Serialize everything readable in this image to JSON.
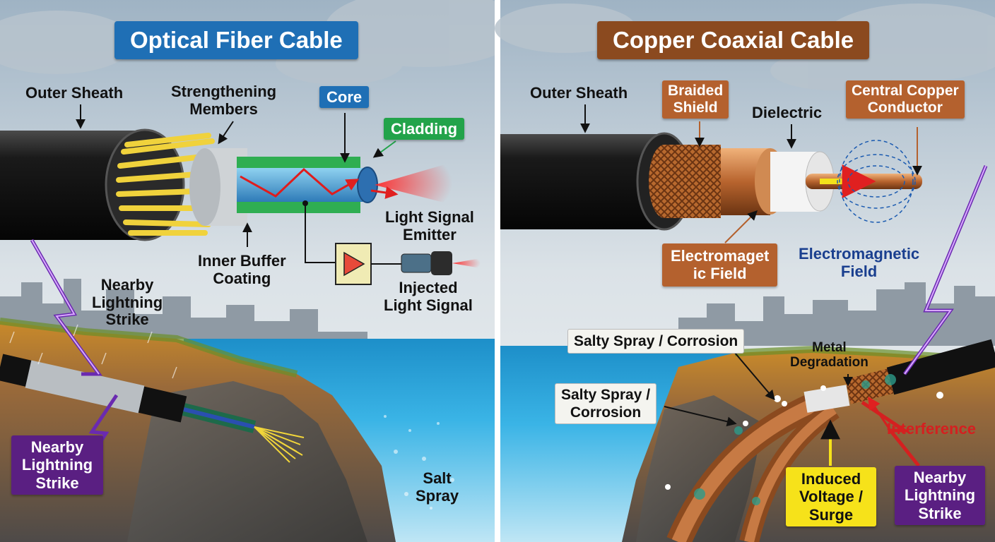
{
  "fiber": {
    "title": "Optical Fiber Cable",
    "outer_sheath": "Outer Sheath",
    "strengthening_members": [
      "Strengthening",
      "Members"
    ],
    "core": "Core",
    "cladding": "Cladding",
    "light_signal_emitter": [
      "Light Signal",
      "Emitter"
    ],
    "inner_buffer_coating": [
      "Inner Buffer",
      "Coating"
    ],
    "injected_light_signal": [
      "Injected",
      "Light Signal"
    ],
    "lightning_top": [
      "Nearby",
      "Lightning",
      "Strike"
    ],
    "lightning_box": [
      "Nearby",
      "Lightning",
      "Strike"
    ],
    "salt_spray": [
      "Salt",
      "Spray"
    ]
  },
  "coax": {
    "title": "Copper Coaxial Cable",
    "outer_sheath": "Outer Sheath",
    "braided_shield": [
      "Braided",
      "Shield"
    ],
    "dielectric": "Dielectric",
    "central_conductor": [
      "Central Copper",
      "Conductor"
    ],
    "em_field_box": [
      "Electromaget",
      "ic Field"
    ],
    "em_field_blue": [
      "Electromagnetic",
      "Field"
    ],
    "salty_spray_1": "Salty Spray / Corrosion",
    "salty_spray_2": [
      "Salty Spray /",
      "Corrosion"
    ],
    "metal_degradation": [
      "Metal",
      "Degradation"
    ],
    "interference": "Interference",
    "induced_voltage": [
      "Induced",
      "Voltage /",
      "Surge"
    ],
    "lightning_box": [
      "Nearby",
      "Lightning",
      "Strike"
    ]
  },
  "colors": {
    "fiber_title": "#1f6fb5",
    "coax_title": "#8b4a1f",
    "core_box": "#1f6fb5",
    "cladding_box": "#22a34a",
    "copper_box": "#b4612e",
    "lightning_box": "#5a1f82",
    "induced_box": "#f6e21a",
    "interference": "#d42020",
    "em_blue": "#1a3f8f"
  }
}
